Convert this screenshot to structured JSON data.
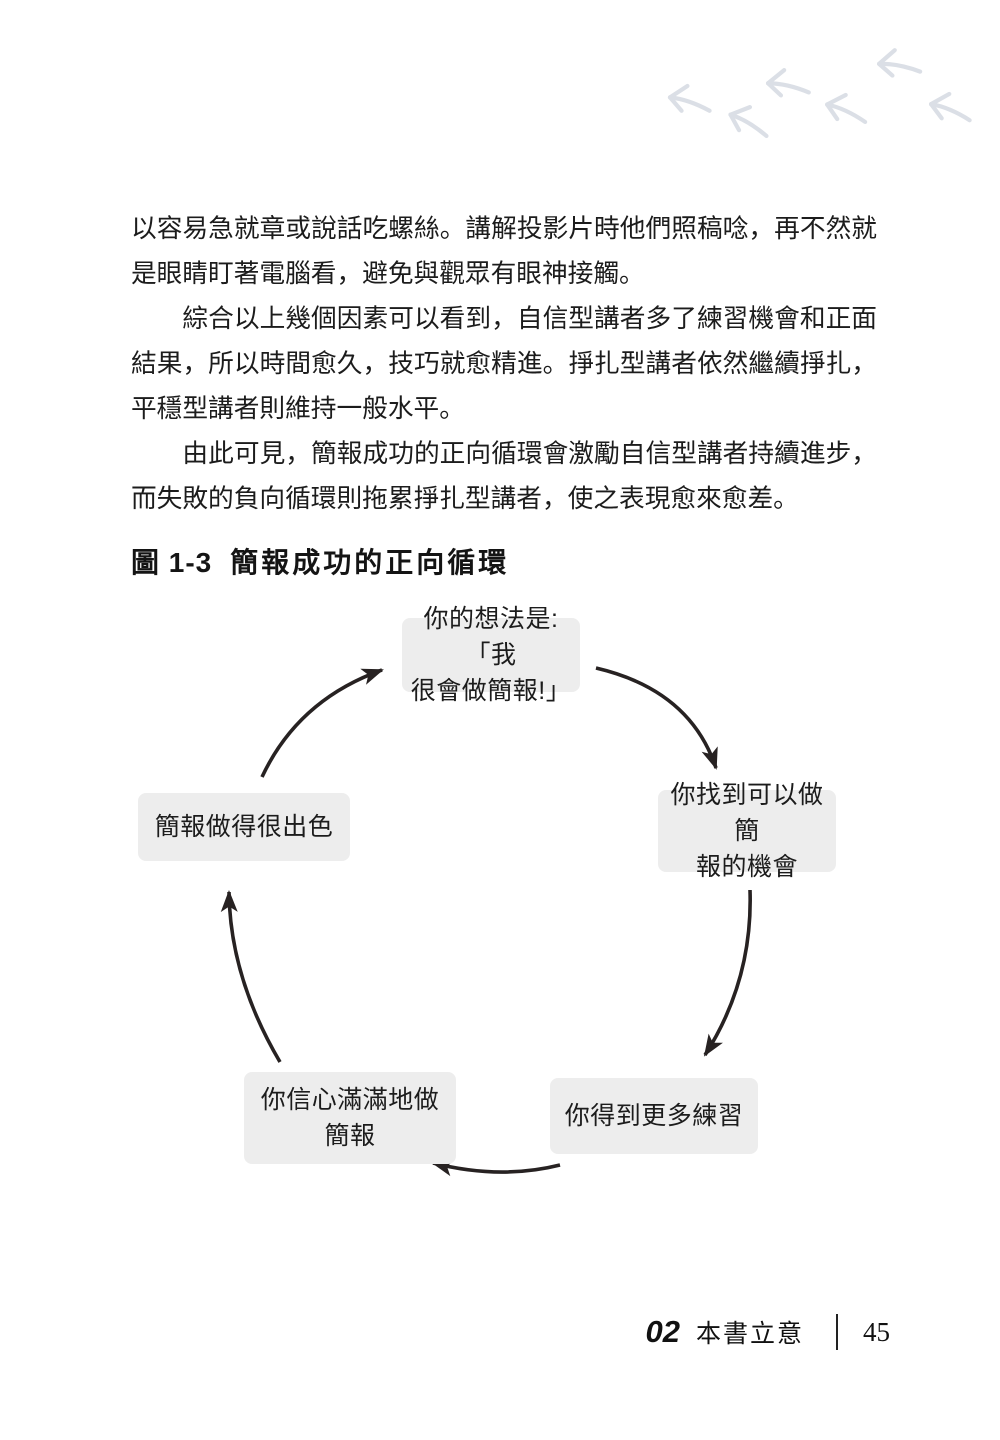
{
  "body": {
    "lines": [
      {
        "text": "以容易急就章或說話吃螺絲。講解投影片時他們照稿唸，再不然就"
      },
      {
        "text": "是眼睛盯著電腦看，避免與觀眾有眼神接觸。"
      },
      {
        "text": "綜合以上幾個因素可以看到，自信型講者多了練習機會和正面"
      },
      {
        "text": "結果，所以時間愈久，技巧就愈精進。掙扎型講者依然繼續掙扎，"
      },
      {
        "text": "平穩型講者則維持一般水平。"
      },
      {
        "text": "由此可見，簡報成功的正向循環會激勵自信型講者持續進步，"
      },
      {
        "text": "而失敗的負向循環則拖累掙扎型講者，使之表現愈來愈差。"
      }
    ]
  },
  "caption": {
    "figure_label": "圖 1-3",
    "figure_title": "簡報成功的正向循環"
  },
  "diagram": {
    "description": "正向循環（順時針循環圖）",
    "nodes": [
      {
        "position": "top",
        "label": "你的想法是:「我\n很會做簡報!」"
      },
      {
        "position": "right",
        "label": "你找到可以做簡\n報的機會"
      },
      {
        "position": "bottom-right",
        "label": "你得到更多練習"
      },
      {
        "position": "bottom-left",
        "label": "你信心滿滿地做\n簡報"
      },
      {
        "position": "left",
        "label": "簡報做得很出色"
      }
    ]
  },
  "footer": {
    "chapter_number": "02",
    "chapter_title": "本書立意",
    "page_number": "45"
  },
  "colors": {
    "node_background": "#ededed",
    "arrow": "#272222",
    "text": "#1c1c1c",
    "footprint": "#dbdfe6"
  }
}
